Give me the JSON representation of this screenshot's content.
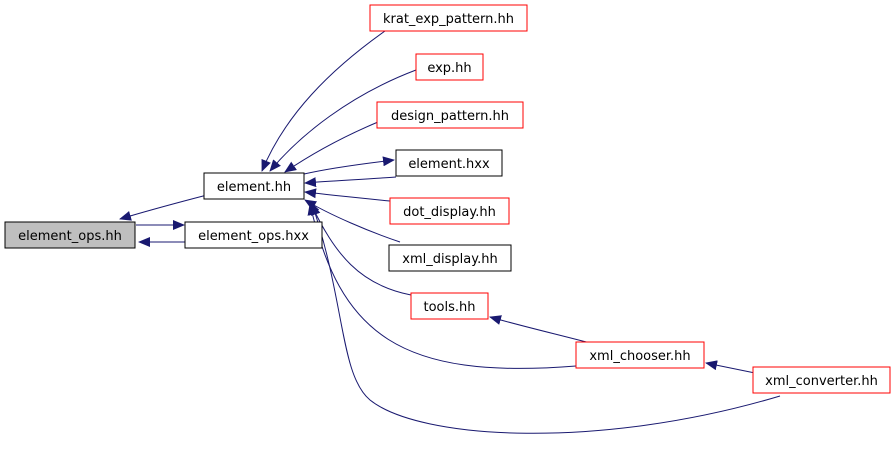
{
  "colors": {
    "edge": "#191970",
    "focus_fill": "#bfbfbf",
    "focus_border": "#000000",
    "internal_border": "#000000",
    "external_border": "#ff0000",
    "node_fill": "#ffffff"
  },
  "nodes": {
    "element_ops_hh": {
      "label": "element_ops.hh",
      "kind": "focus"
    },
    "element_ops_hxx": {
      "label": "element_ops.hxx",
      "kind": "internal"
    },
    "element_hh": {
      "label": "element.hh",
      "kind": "internal"
    },
    "krat_exp_pattern_hh": {
      "label": "krat_exp_pattern.hh",
      "kind": "external"
    },
    "exp_hh": {
      "label": "exp.hh",
      "kind": "external"
    },
    "design_pattern_hh": {
      "label": "design_pattern.hh",
      "kind": "external"
    },
    "element_hxx": {
      "label": "element.hxx",
      "kind": "internal"
    },
    "dot_display_hh": {
      "label": "dot_display.hh",
      "kind": "external"
    },
    "xml_display_hh": {
      "label": "xml_display.hh",
      "kind": "internal"
    },
    "tools_hh": {
      "label": "tools.hh",
      "kind": "external"
    },
    "xml_chooser_hh": {
      "label": "xml_chooser.hh",
      "kind": "external"
    },
    "xml_converter_hh": {
      "label": "xml_converter.hh",
      "kind": "external"
    }
  },
  "edges": [
    {
      "from": "element_hh",
      "to": "element_ops_hh"
    },
    {
      "from": "element_ops_hxx",
      "to": "element_ops_hh"
    },
    {
      "from": "element_ops_hh",
      "to": "element_ops_hxx"
    },
    {
      "from": "krat_exp_pattern_hh",
      "to": "element_hh"
    },
    {
      "from": "exp_hh",
      "to": "element_hh"
    },
    {
      "from": "design_pattern_hh",
      "to": "element_hh"
    },
    {
      "from": "element_hxx",
      "to": "element_hh"
    },
    {
      "from": "element_hh",
      "to": "element_hxx"
    },
    {
      "from": "dot_display_hh",
      "to": "element_hh"
    },
    {
      "from": "xml_display_hh",
      "to": "element_hh"
    },
    {
      "from": "tools_hh",
      "to": "element_hh"
    },
    {
      "from": "xml_chooser_hh",
      "to": "element_hh"
    },
    {
      "from": "xml_converter_hh",
      "to": "element_hh"
    },
    {
      "from": "xml_chooser_hh",
      "to": "tools_hh"
    },
    {
      "from": "xml_converter_hh",
      "to": "xml_chooser_hh"
    }
  ]
}
